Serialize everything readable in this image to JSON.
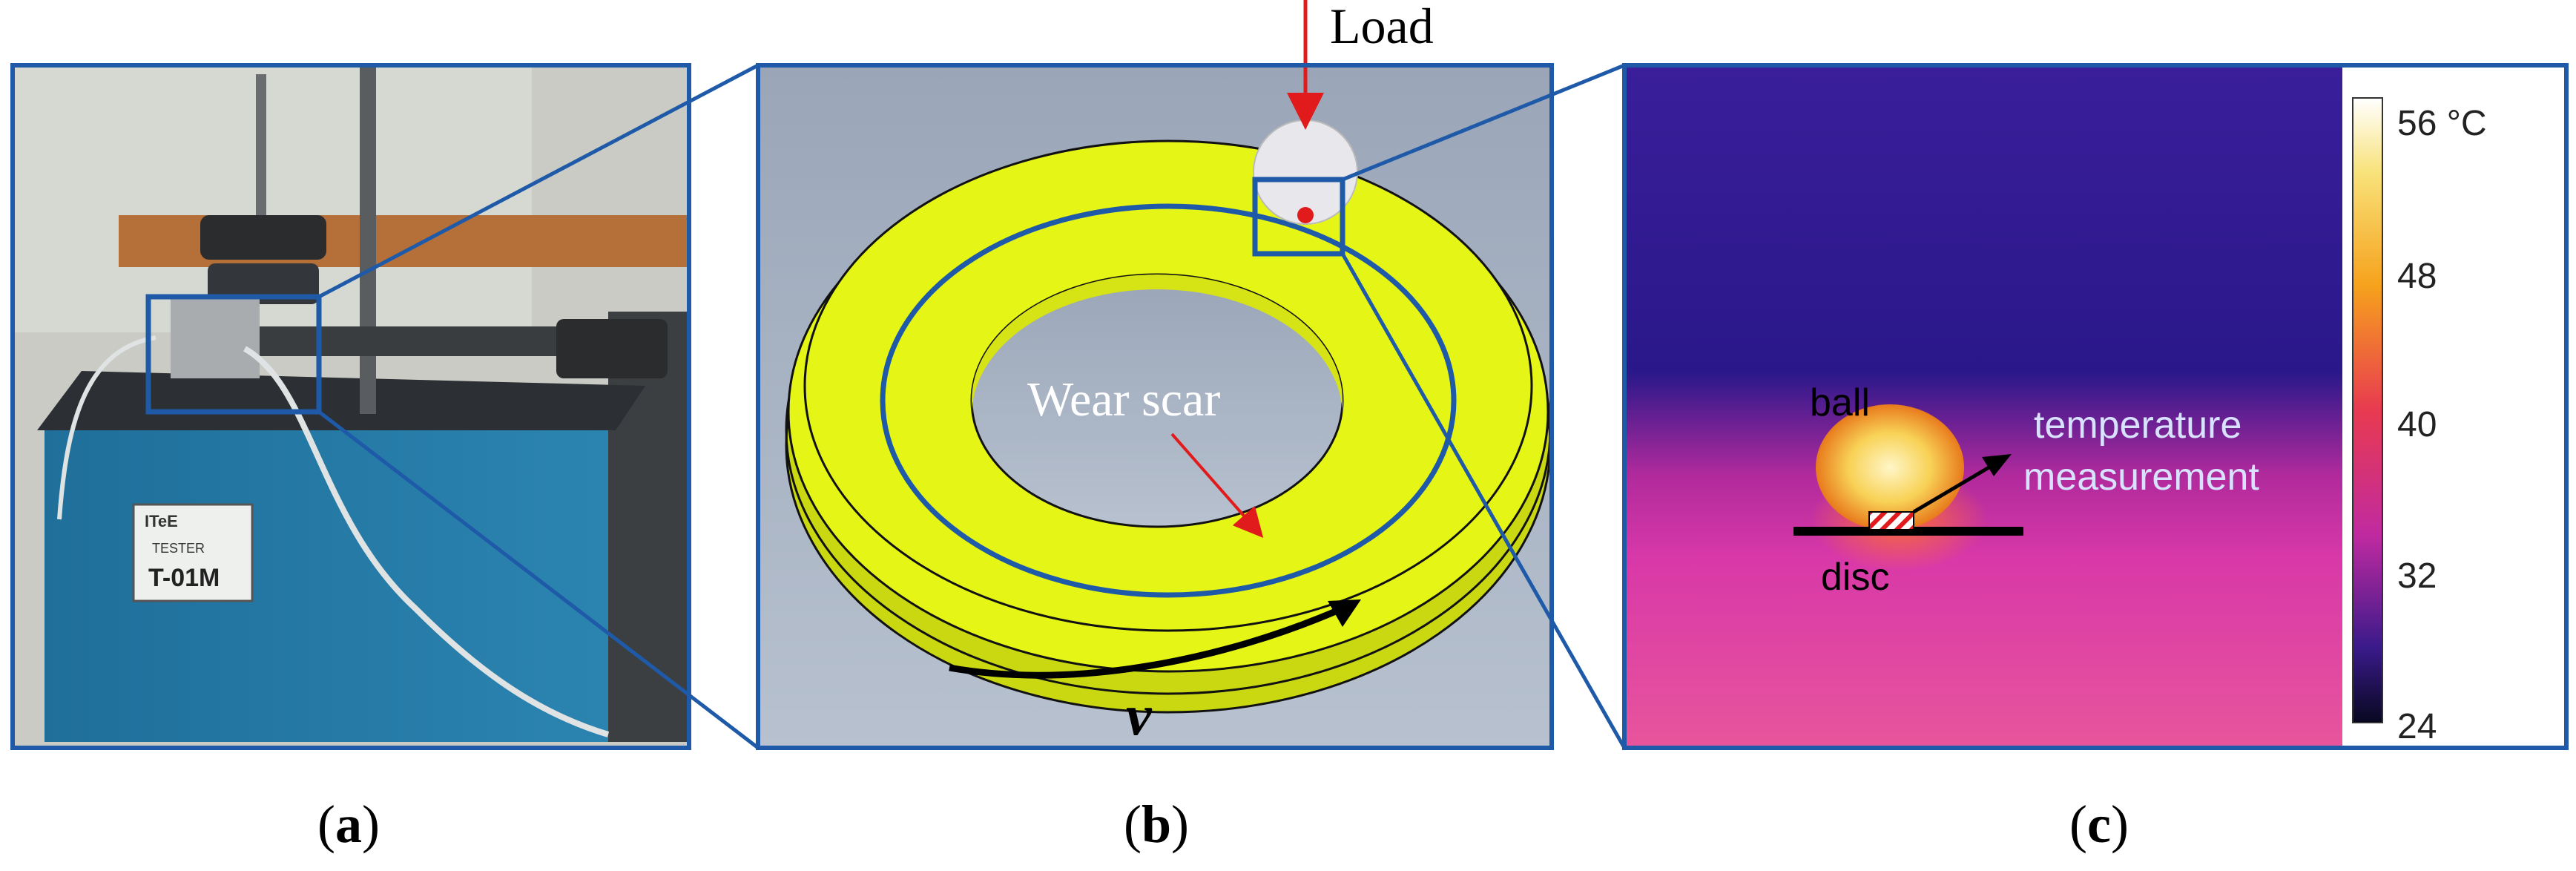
{
  "panels": {
    "a": {
      "label_open": "(",
      "letter": "a",
      "label_close": ")",
      "device_plate": {
        "brand": "ITeE",
        "line1": "TESTER",
        "line2": "T-01M"
      }
    },
    "b": {
      "label_open": "(",
      "letter": "b",
      "label_close": ")",
      "load_text": "Load",
      "wear_text": "Wear scar",
      "velocity_symbol": "v"
    },
    "c": {
      "label_open": "(",
      "letter": "c",
      "label_close": ")",
      "ball_text": "ball",
      "disc_text": "disc",
      "measure_line1": "temperature",
      "measure_line2": "measurement",
      "colorbar": {
        "unit_label": "56 °C",
        "ticks": [
          "48",
          "40",
          "32",
          "24"
        ]
      }
    }
  },
  "colors": {
    "frame": "#1e5aa8",
    "disc": "#e5f516",
    "arrow_red": "#e11b1b",
    "panel_b_bg": "#a8b4c4",
    "thermal_bg": "#2a1a8a"
  }
}
